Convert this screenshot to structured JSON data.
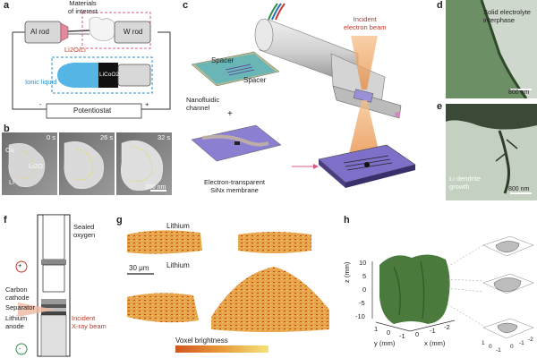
{
  "panels": {
    "a": {
      "label": "a",
      "materials": "Materials\nof interest",
      "al_rod": "Al rod",
      "w_rod": "W rod",
      "li2o": "Li2O/Li",
      "ionic_liquid": "Ionic liquid",
      "licoo2": "LiCoO2",
      "minus": "-",
      "plus": "+",
      "potentiostat": "Potentiostat"
    },
    "b": {
      "label": "b",
      "cu": "Cu",
      "li": "Li",
      "li2o": "Li2O",
      "t1": "0 s",
      "t2": "26 s",
      "t3": "32 s",
      "scale": "200 nm"
    },
    "c": {
      "label": "c",
      "spacer1": "Spacer",
      "spacer2": "Spacer",
      "incident": "Incident\nelectron beam",
      "nanofluidic": "Nanofluidic\nchannel",
      "plus": "+",
      "membrane": "Electron-transparent\nSiNx membrane"
    },
    "d": {
      "label": "d",
      "sei": "Solid electrolyte\ninterphase",
      "scale": "800 nm"
    },
    "e": {
      "label": "e",
      "dendrite": "Li dendrite\ngrowth",
      "scale": "800 nm"
    },
    "f": {
      "label": "f",
      "sealed": "Sealed\noxygen",
      "carbon": "Carbon\ncathode",
      "separator": "Separator",
      "lithium": "Lithium\nanode",
      "xray": "Incident\nX-ray beam",
      "plus": "+",
      "minus": "-"
    },
    "g": {
      "label": "g",
      "lithium1": "Lithium",
      "lithium2": "Lithium",
      "scale": "30 μm",
      "voxel": "Voxel brightness"
    },
    "h": {
      "label": "h",
      "zlabel": "z (mm)",
      "ylabel": "y (mm)",
      "xlabel": "x (mm)",
      "zticks": [
        "10",
        "5",
        "0",
        "-5",
        "-10"
      ],
      "yticks": [
        "1",
        "0",
        "-1"
      ],
      "xticks": [
        "0",
        "-1",
        "-2"
      ],
      "inset_ticks_left": [
        "1",
        "0",
        "-1"
      ],
      "inset_ticks_right": [
        "0",
        "-1",
        "-2"
      ]
    }
  },
  "colors": {
    "red": "#c0392b",
    "blue": "#2a8fc4",
    "membrane": "#8a7fd0",
    "green": "#3f6a35",
    "voxel_low": "#f2d36b",
    "voxel_high": "#d2561e"
  }
}
